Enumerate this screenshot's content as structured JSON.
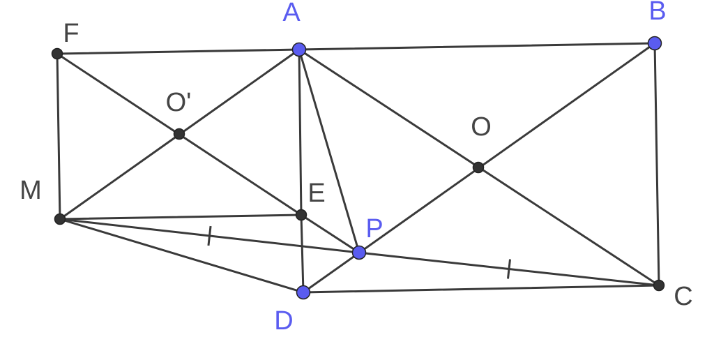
{
  "colors": {
    "line": "#3a3a3a",
    "free_point": "#5a5cf0",
    "dependent_point": "#333333",
    "free_label": "#5a5cf0",
    "dependent_label": "#444444",
    "background": "#ffffff"
  },
  "points": [
    {
      "id": "A",
      "label": "A",
      "kind": "free"
    },
    {
      "id": "B",
      "label": "B",
      "kind": "free"
    },
    {
      "id": "C",
      "label": "C",
      "kind": "dependent"
    },
    {
      "id": "D",
      "label": "D",
      "kind": "free"
    },
    {
      "id": "P",
      "label": "P",
      "kind": "free"
    },
    {
      "id": "E",
      "label": "E",
      "kind": "dependent"
    },
    {
      "id": "O",
      "label": "O",
      "kind": "dependent"
    },
    {
      "id": "O'",
      "label": "O'",
      "kind": "dependent"
    },
    {
      "id": "F",
      "label": "F",
      "kind": "dependent"
    },
    {
      "id": "M",
      "label": "M",
      "kind": "dependent"
    }
  ],
  "segments": [
    [
      "F",
      "A"
    ],
    [
      "A",
      "B"
    ],
    [
      "B",
      "C"
    ],
    [
      "C",
      "D"
    ],
    [
      "F",
      "M"
    ],
    [
      "F",
      "E"
    ],
    [
      "M",
      "A"
    ],
    [
      "A",
      "E"
    ],
    [
      "E",
      "D"
    ],
    [
      "A",
      "P"
    ],
    [
      "A",
      "C"
    ],
    [
      "B",
      "D"
    ],
    [
      "M",
      "E"
    ],
    [
      "E",
      "P"
    ],
    [
      "M",
      "D"
    ],
    [
      "M",
      "P"
    ],
    [
      "P",
      "C"
    ]
  ],
  "equal_marks": [
    [
      "M",
      "P"
    ],
    [
      "P",
      "C"
    ]
  ]
}
